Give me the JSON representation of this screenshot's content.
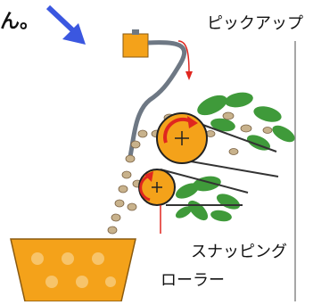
{
  "text": {
    "fragment": "ん。",
    "pickup_label": "ピックアップ",
    "snapping_label_line1": "スナッピング",
    "snapping_label_line2": "ローラー"
  },
  "colors": {
    "arrow_blue": "#3b57e0",
    "box_orange": "#f4a21a",
    "roller_orange": "#f4a21a",
    "roller_red": "#e0261f",
    "belt_gray": "#6e7884",
    "leaf_green": "#3f9a3a",
    "pod_tan": "#c8b28c"
  }
}
